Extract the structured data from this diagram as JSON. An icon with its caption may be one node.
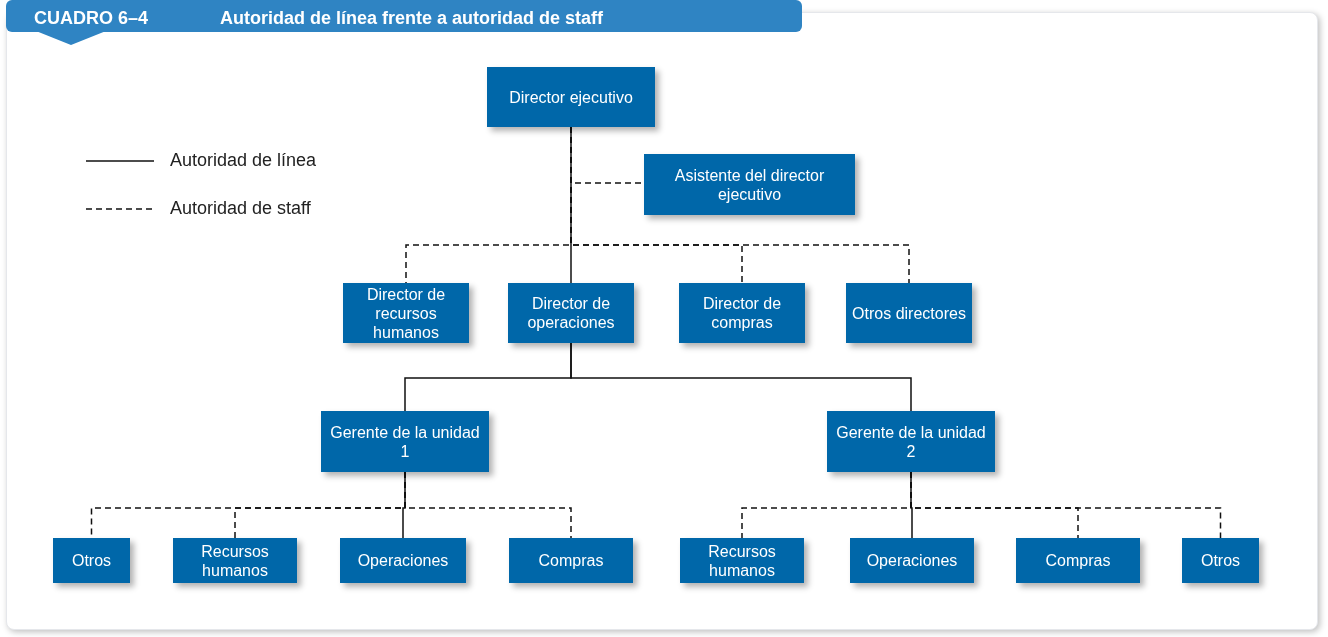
{
  "diagram": {
    "title": "Autoridad de línea frente a autoridad de staff",
    "nodes": [
      {
        "text": [
          "Director ejecutivo"
        ]
      },
      {
        "text": [
          "Asistente del director ejecutivo"
        ]
      },
      {
        "text": [
          "Director de recursos humanos"
        ]
      },
      {
        "text": [
          "Director de operaciones"
        ]
      },
      {
        "text": [
          "Director de compras"
        ]
      },
      {
        "text": [
          "Otros directores"
        ]
      },
      {
        "text": [
          "Gerente de la unidad 1"
        ]
      },
      {
        "text": [
          "Gerente de la unidad 2"
        ]
      },
      {
        "text": [
          "Otros"
        ]
      },
      {
        "text": [
          "Recursos humanos"
        ]
      },
      {
        "text": [
          "Operaciones"
        ]
      },
      {
        "text": [
          "Compras"
        ]
      },
      {
        "text": [
          "Recursos humanos"
        ]
      },
      {
        "text": [
          "Operaciones"
        ]
      },
      {
        "text": [
          "Compras"
        ]
      },
      {
        "text": [
          "Otros"
        ]
      }
    ],
    "edges": [
      {
        "from": 0,
        "to": 3,
        "arrow": "none"
      },
      {
        "from": 0,
        "to": 1,
        "arrow": "none",
        "style": "dashed"
      },
      {
        "from": 0,
        "to": 2,
        "arrow": "none",
        "style": "dashed"
      },
      {
        "from": 0,
        "to": 4,
        "arrow": "none",
        "style": "dashed"
      },
      {
        "from": 0,
        "to": 5,
        "arrow": "none",
        "style": "dashed"
      },
      {
        "from": 3,
        "to": 6,
        "arrow": "none"
      },
      {
        "from": 3,
        "to": 7,
        "arrow": "none"
      },
      {
        "from": 6,
        "to": 10,
        "arrow": "none"
      },
      {
        "from": 6,
        "to": 8,
        "arrow": "none",
        "style": "dashed"
      },
      {
        "from": 6,
        "to": 9,
        "arrow": "none",
        "style": "dashed"
      },
      {
        "from": 6,
        "to": 11,
        "arrow": "none",
        "style": "dashed"
      },
      {
        "from": 7,
        "to": 13,
        "arrow": "none"
      },
      {
        "from": 7,
        "to": 12,
        "arrow": "none",
        "style": "dashed"
      },
      {
        "from": 7,
        "to": 14,
        "arrow": "none",
        "style": "dashed"
      },
      {
        "from": 7,
        "to": 15,
        "arrow": "none",
        "style": "dashed"
      }
    ],
    "labels": [
      "CUADRO 6–4"
    ],
    "legend": [
      {
        "text": "Autoridad de línea"
      },
      {
        "text": "Autoridad de staff"
      }
    ]
  }
}
